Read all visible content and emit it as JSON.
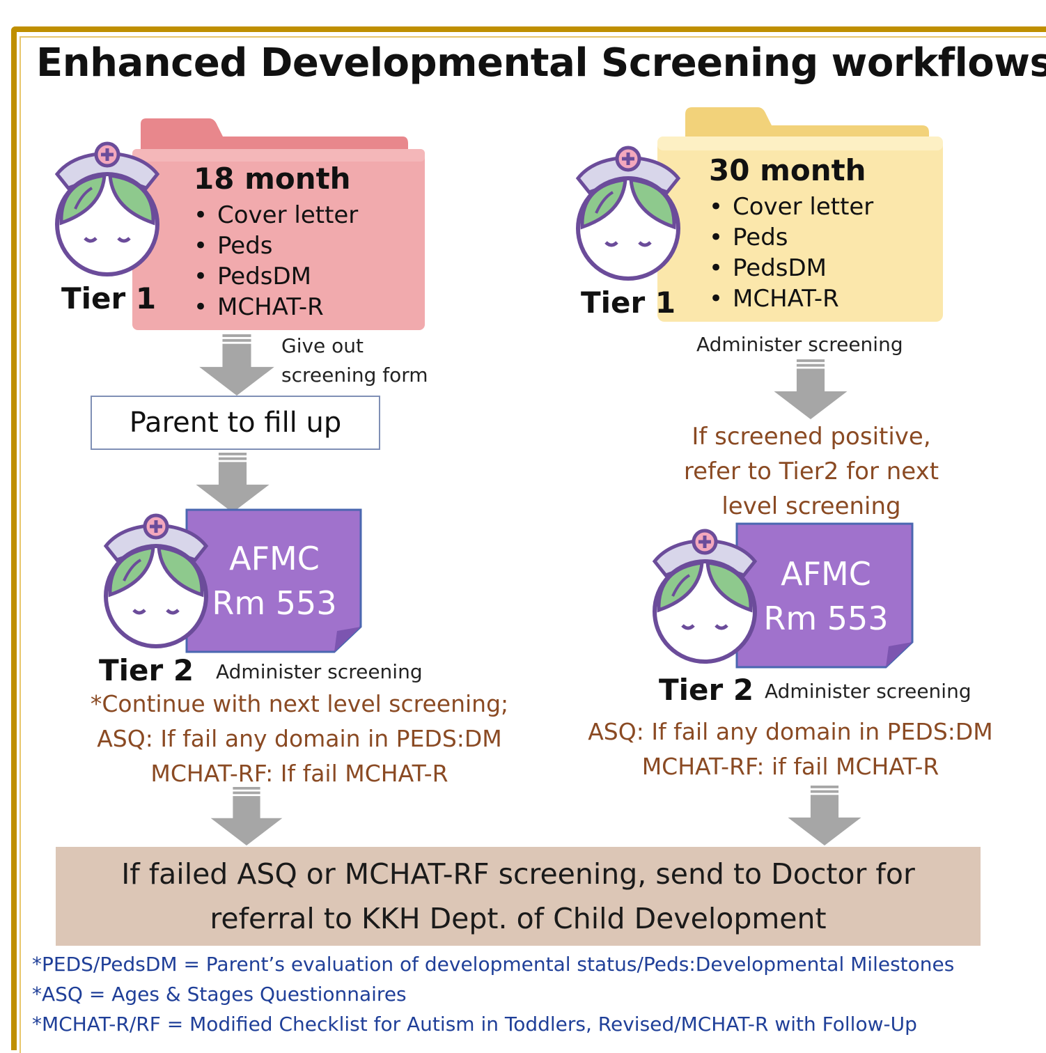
{
  "title": "Enhanced Developmental Screening workflows",
  "left": {
    "folder": {
      "heading": "18 month",
      "items": [
        "Cover letter",
        "Peds",
        "PedsDM",
        "MCHAT-R"
      ],
      "color": "#f0a3a6"
    },
    "tier1_label": "Tier 1",
    "arrow1_note_line1": "Give out",
    "arrow1_note_line2": "screening form",
    "parent_box": "Parent to fill up",
    "afmc_line1": "AFMC",
    "afmc_line2": "Rm 553",
    "tier2_label": "Tier 2",
    "tier2_note": "Administer screening",
    "criteria": [
      "*Continue with next level screening;",
      "ASQ: If fail any domain in PEDS:DM",
      "MCHAT-RF: If fail MCHAT-R"
    ]
  },
  "right": {
    "folder": {
      "heading": "30 month",
      "items": [
        "Cover letter",
        "Peds",
        "PedsDM",
        "MCHAT-R"
      ],
      "color": "#fbe6a6"
    },
    "tier1_label": "Tier 1",
    "admin_note": "Administer screening",
    "positive_lines": [
      "If screened positive,",
      "refer to Tier2 for next",
      "level screening"
    ],
    "afmc_line1": "AFMC",
    "afmc_line2": "Rm 553",
    "tier2_label": "Tier 2",
    "tier2_note": "Administer screening",
    "criteria": [
      "ASQ: If fail any domain in PEDS:DM",
      "MCHAT-RF: if fail MCHAT-R"
    ]
  },
  "final_box": {
    "line1": "If failed ASQ or MCHAT-RF screening, send to Doctor for",
    "line2": "referral to KKH Dept. of Child Development"
  },
  "footnotes": [
    "*PEDS/PedsDM = Parent’s evaluation of developmental status/Peds:Developmental Milestones",
    "*ASQ = Ages & Stages Questionnaires",
    "*MCHAT-R/RF = Modified Checklist for Autism in Toddlers, Revised/MCHAT-R with Follow-Up"
  ],
  "colors": {
    "frame": "#bf8f00",
    "afmc_purple": "#a072cc",
    "criteria_brown": "#8a4a23",
    "footnote_blue": "#1f3f98",
    "final_box": "#dcc6b6",
    "arrow_gray": "#a6a6a6"
  }
}
